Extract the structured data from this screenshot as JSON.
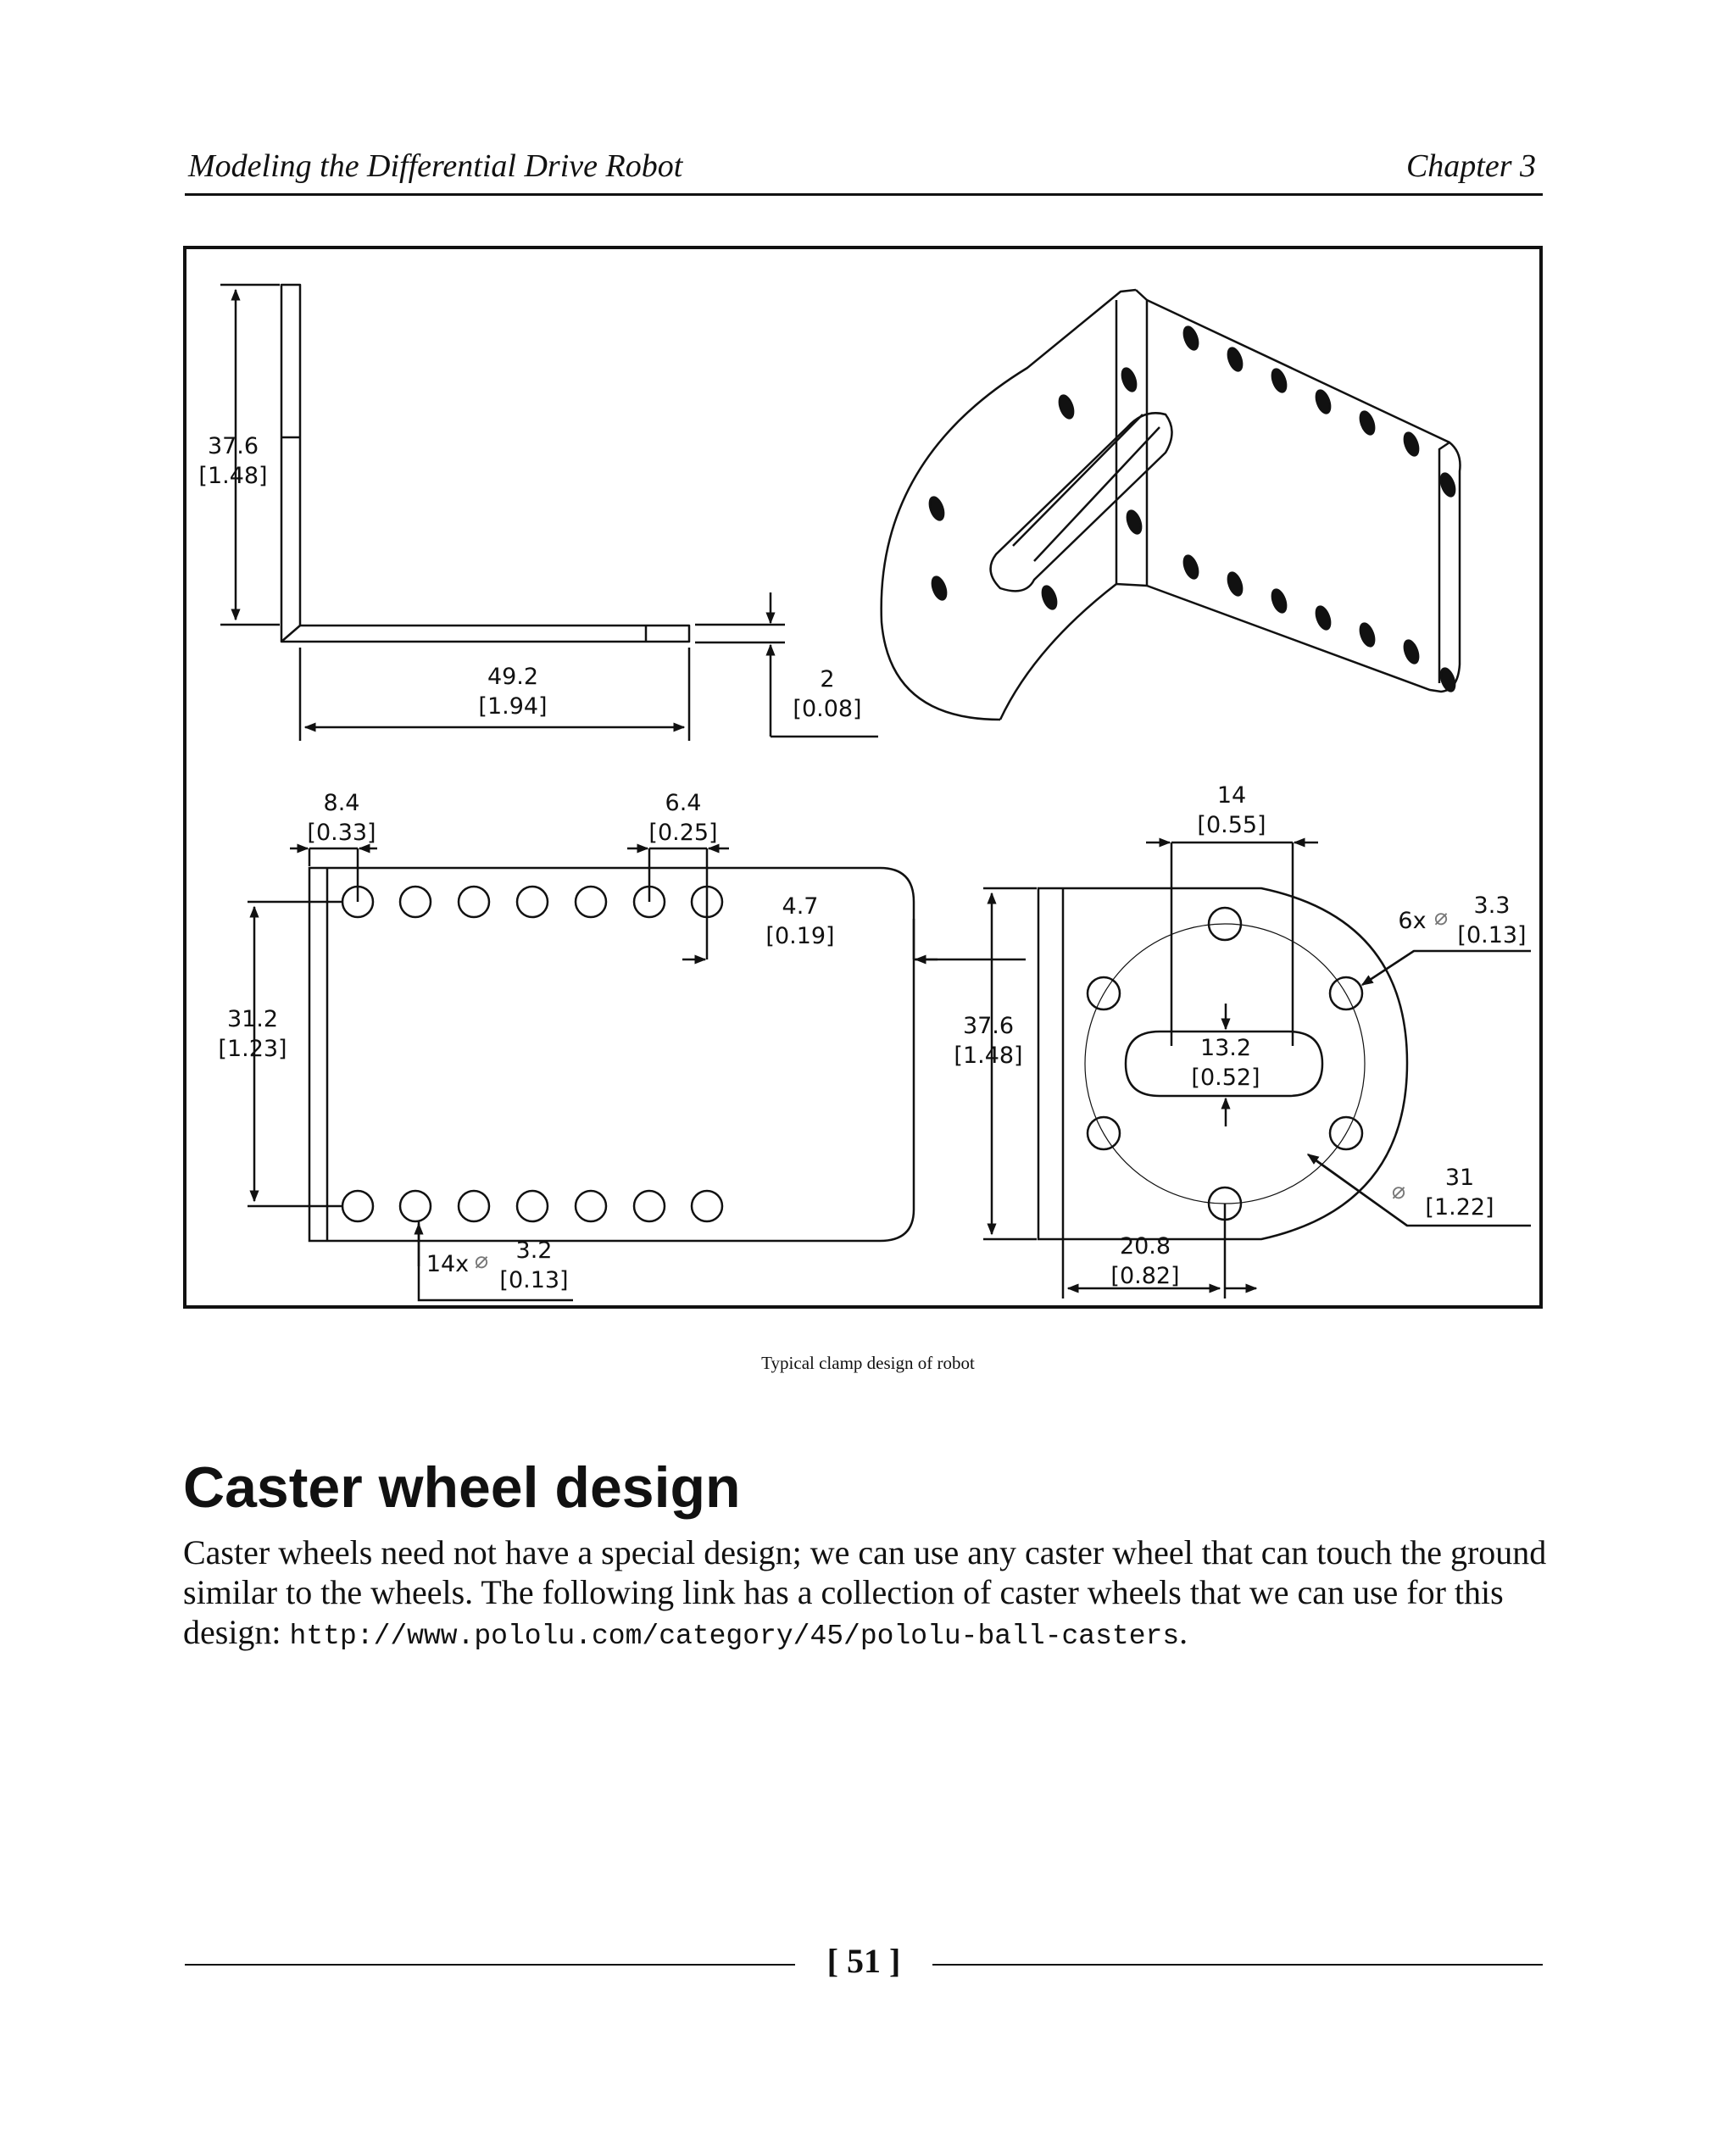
{
  "header": {
    "left": "Modeling the Differential Drive Robot",
    "right": "Chapter 3"
  },
  "figure": {
    "caption": "Typical clamp design of robot",
    "dimensions": {
      "side_height": [
        "37.6",
        "[1.48]"
      ],
      "side_length": [
        "49.2",
        "[1.94]"
      ],
      "thickness": [
        "2",
        "[0.08]"
      ],
      "edge_offset": [
        "8.4",
        "[0.33]"
      ],
      "hole_pitch": [
        "6.4",
        "[0.25]"
      ],
      "edge_margin": [
        "4.7",
        "[0.19]"
      ],
      "row_spacing": [
        "31.2",
        "[1.23]"
      ],
      "small_holes": [
        "14x",
        "3.2",
        "[0.13]"
      ],
      "slot_length": [
        "14",
        "[0.55]"
      ],
      "mount_holes": [
        "6x",
        "3.3",
        "[0.13]"
      ],
      "front_height": [
        "37.6",
        "[1.48]"
      ],
      "slot_width": [
        "13.2",
        "[0.52]"
      ],
      "bolt_circle": [
        "31",
        "[1.22]"
      ],
      "center_offset": [
        "20.8",
        "[0.82]"
      ]
    },
    "symbols": {
      "diameter": "⌀"
    }
  },
  "section": {
    "title": "Caster wheel design",
    "text": "Caster wheels need not have a special design; we can use any caster wheel that can touch the ground similar to the wheels. The following link has a collection of caster wheels that we can use for this design: ",
    "url": "http://www.pololu.com/category/45/pololu-ball-casters",
    "end": "."
  },
  "footer": {
    "page": "[ 51 ]"
  }
}
